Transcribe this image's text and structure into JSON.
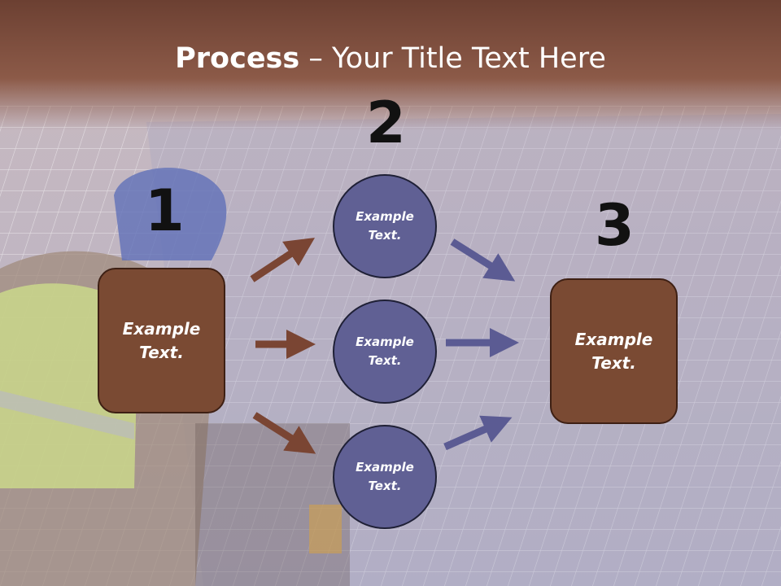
{
  "title": {
    "bold": "Process",
    "rest": " – Your Title Text Here"
  },
  "steps": [
    {
      "number": "1",
      "box_text": "Example\nText."
    },
    {
      "number": "2",
      "circles": [
        "Example\nText.",
        "Example\nText.",
        "Example\nText."
      ]
    },
    {
      "number": "3",
      "box_text": "Example\nText."
    }
  ],
  "colors": {
    "header": "#6e4535",
    "box_fill": "#7a4a33",
    "circle_fill": "#606094",
    "arrow_brown": "#7a4533",
    "arrow_blue": "#5b5b93"
  }
}
